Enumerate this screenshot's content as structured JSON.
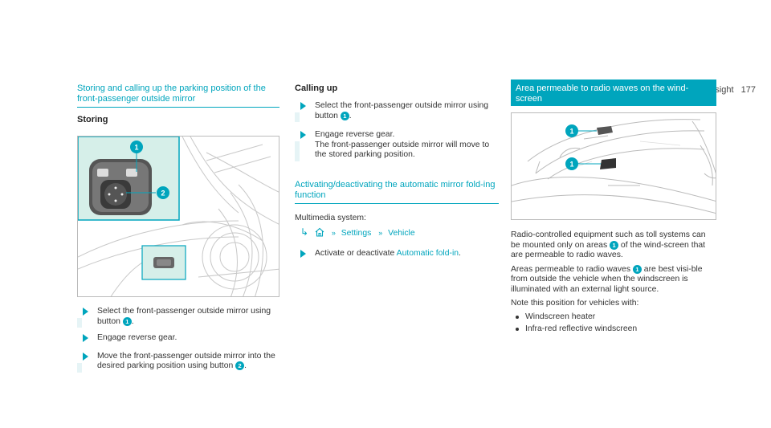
{
  "header": {
    "section": "Light and sight",
    "page": "177"
  },
  "col1": {
    "heading": "Storing and calling up the parking position of the front-passenger outside mirror",
    "subheading": "Storing",
    "figure": {
      "callouts": [
        "1",
        "2"
      ]
    },
    "steps": [
      {
        "text_a": "Select the front-passenger outside mirror using button ",
        "num": "1",
        "text_b": "."
      },
      {
        "text_a": "Engage reverse gear.",
        "num": "",
        "text_b": ""
      },
      {
        "text_a": "Move the front-passenger outside mirror into the desired parking position using button ",
        "num": "2",
        "text_b": "."
      }
    ]
  },
  "col2": {
    "calling_heading": "Calling up",
    "calling_steps": [
      {
        "text_a": "Select the front-passenger outside mirror using button ",
        "num": "1",
        "text_b": "."
      },
      {
        "text_a": "Engage reverse gear.",
        "text_c": "The front-passenger outside mirror will move to the stored parking position."
      }
    ],
    "fold_heading": "Activating/deactivating the automatic mirror fold-ing function",
    "multimedia_label": "Multimedia system:",
    "nav": {
      "item1": "Settings",
      "item2": "Vehicle"
    },
    "fold_step": {
      "text_a": "Activate or deactivate ",
      "link": "Automatic fold-in",
      "text_b": "."
    }
  },
  "col3": {
    "heading": "Area permeable to radio waves on the wind-screen",
    "figure": {
      "callouts": [
        "1",
        "1"
      ]
    },
    "para1_a": "Radio-controlled equipment such as toll systems can be mounted only on areas ",
    "para1_num": "1",
    "para1_b": " of the wind-screen that are permeable to radio waves.",
    "para2_a": "Areas permeable to radio waves ",
    "para2_num": "1",
    "para2_b": " are best visi-ble from outside the vehicle when the windscreen is illuminated with an external light source.",
    "para3": "Note this position for vehicles with:",
    "bullets": [
      "Windscreen heater",
      "Infra-red reflective windscreen"
    ]
  },
  "colors": {
    "accent": "#00a5bd",
    "step_bar": "#e6f4f6"
  }
}
